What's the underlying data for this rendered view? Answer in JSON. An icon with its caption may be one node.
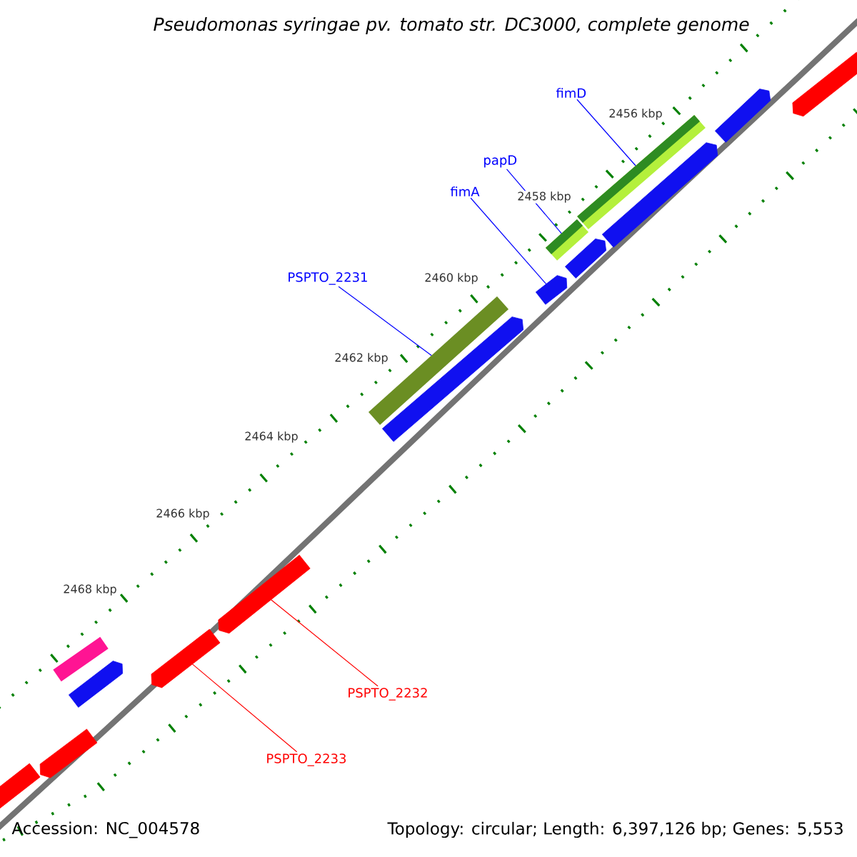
{
  "diagram": {
    "title": "*Pseudomonas syringae* pv. tomato str. DC3000, complete genome",
    "nodes": [
      {
        "text": [
          "fimD"
        ]
      },
      {
        "text": [
          "papD"
        ]
      },
      {
        "text": [
          "fimA"
        ]
      },
      {
        "text": [
          "PSPTO_2231"
        ]
      },
      {
        "text": [
          "PSPTO_2232"
        ]
      },
      {
        "text": [
          "PSPTO_2233"
        ]
      },
      {
        "text": [],
        "shape": "bar"
      },
      {
        "text": [],
        "shape": "bar"
      },
      {
        "text": [],
        "shape": "bar"
      },
      {
        "text": [],
        "shape": "bar"
      },
      {
        "text": [],
        "shape": "bar"
      },
      {
        "text": [],
        "shape": "bar"
      },
      {
        "text": [],
        "shape": "bar"
      },
      {
        "text": [],
        "shape": "bar"
      },
      {
        "text": [],
        "shape": "bar"
      },
      {
        "text": [],
        "shape": "bar"
      },
      {
        "text": [],
        "shape": "bar"
      },
      {
        "text": [],
        "shape": "bar"
      },
      {
        "text": [],
        "shape": "bar"
      },
      {
        "text": [],
        "shape": "bar"
      },
      {
        "text": [],
        "shape": "bar"
      }
    ],
    "edges": [
      {
        "from": 0,
        "to": 17,
        "arrow": "none"
      },
      {
        "from": 1,
        "to": 15,
        "arrow": "none"
      },
      {
        "from": 2,
        "to": 14,
        "arrow": "none"
      },
      {
        "from": 3,
        "to": 12,
        "arrow": "none"
      },
      {
        "from": 4,
        "to": 11,
        "arrow": "none",
        "color": "#ff0000"
      },
      {
        "from": 5,
        "to": 10,
        "arrow": "none",
        "color": "#ff0000"
      }
    ],
    "labels": [
      "2456 kbp",
      "2458 kbp",
      "2460 kbp",
      "2462 kbp",
      "2464 kbp",
      "2466 kbp",
      "2468 kbp",
      "Accession: NC_004578",
      "Topology: circular; Length: 6,397,126 bp; Genes: 5,553"
    ]
  }
}
